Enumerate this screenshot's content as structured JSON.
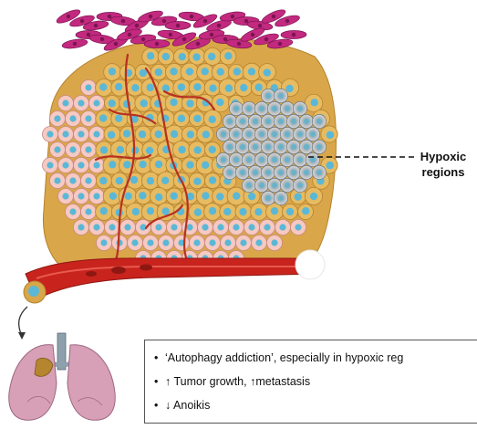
{
  "labels": {
    "hypoxic_line1": "Hypoxic",
    "hypoxic_line2": "regions"
  },
  "bullets": [
    {
      "text": "‘Autophagy addiction’, especially in hypoxic reg"
    },
    {
      "text": "↑ Tumor growth, ↑metastasis"
    },
    {
      "text": "↓ Anoikis"
    }
  ],
  "colors": {
    "cell_fill": "#f6c9c2",
    "cell_nucleus": "#5ab8d6",
    "stroma": "#d9a64a",
    "hypoxic_cell": "#b9bec2",
    "fibroblast": "#c2297f",
    "vessel": "#c8231d",
    "lung": "#d7a0b6"
  },
  "icons": [
    "tumor-mass",
    "blood-vessel",
    "fibroblast-layer",
    "lungs",
    "arrow"
  ]
}
